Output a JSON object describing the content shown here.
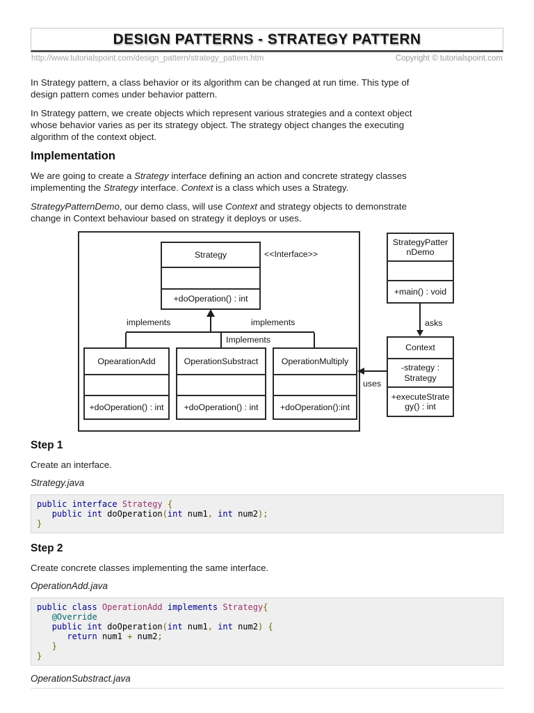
{
  "header": {
    "title": "DESIGN PATTERNS - STRATEGY PATTERN",
    "url": "http://www.tutorialspoint.com/design_pattern/strategy_pattern.htm",
    "copyright": "Copyright © tutorialspoint.com"
  },
  "intro": {
    "p1": "In Strategy pattern, a class behavior or its algorithm can be changed at run time. This type of\ndesign pattern comes under behavior pattern.",
    "p2": "In Strategy pattern, we create objects which represent various strategies and a context object\nwhose behavior varies as per its strategy object. The strategy object changes the executing\nalgorithm of the context object."
  },
  "implementation": {
    "heading": "Implementation",
    "p1": [
      {
        "t": "We are going to create a "
      },
      {
        "t": "Strategy",
        "i": 1
      },
      {
        "t": " interface defining an action and concrete strategy classes\nimplementing the "
      },
      {
        "t": "Strategy",
        "i": 1
      },
      {
        "t": " interface. "
      },
      {
        "t": "Context",
        "i": 1
      },
      {
        "t": " is a class which uses a Strategy."
      }
    ],
    "p2": [
      {
        "t": "StrategyPatternDemo",
        "i": 1
      },
      {
        "t": ", our demo class, will use "
      },
      {
        "t": "Context",
        "i": 1
      },
      {
        "t": " and strategy objects to demonstrate\nchange in Context behaviour based on strategy it deploys or uses."
      }
    ]
  },
  "diagram": {
    "interface_label": "<<Interface>>",
    "strategy": {
      "name": "Strategy",
      "method": "+doOperation() : int"
    },
    "demo": {
      "name": "StrategyPatter\nnDemo",
      "method": "+main() : void"
    },
    "context": {
      "name": "Context",
      "attr": "-strategy :\nStrategy",
      "method": "+executeStrate\ngy() : int"
    },
    "sub1": {
      "name": "OpearationAdd",
      "method": "+doOperation() : int"
    },
    "sub2": {
      "name": "OperationSubstract",
      "method": "+doOperation() : int"
    },
    "sub3": {
      "name": "OperationMultiply",
      "method": "+doOperation():int"
    },
    "labels": {
      "implements_left": "implements",
      "implements_right": "implements",
      "implements_mid": "Implements",
      "asks": "asks",
      "uses": "uses"
    }
  },
  "step1": {
    "heading": "Step 1",
    "text": "Create an interface.",
    "file": "Strategy.java",
    "code": [
      [
        {
          "t": "public interface ",
          "c": "kwd"
        },
        {
          "t": "Strategy ",
          "c": "typ"
        },
        {
          "t": "{",
          "c": "pun"
        }
      ],
      [
        {
          "t": "   "
        },
        {
          "t": "public int ",
          "c": "kwd"
        },
        {
          "t": "doOperation"
        },
        {
          "t": "(",
          "c": "pun"
        },
        {
          "t": "int",
          "c": "kwd"
        },
        {
          "t": " num1"
        },
        {
          "t": ",",
          "c": "pun"
        },
        {
          "t": " "
        },
        {
          "t": "int",
          "c": "kwd"
        },
        {
          "t": " num2"
        },
        {
          "t": ");",
          "c": "pun"
        }
      ],
      [
        {
          "t": "}",
          "c": "pun"
        }
      ]
    ]
  },
  "step2": {
    "heading": "Step 2",
    "text": "Create concrete classes implementing the same interface.",
    "file": "OperationAdd.java",
    "code": [
      [
        {
          "t": "public class ",
          "c": "kwd"
        },
        {
          "t": "OperationAdd",
          "c": "typ"
        },
        {
          "t": " "
        },
        {
          "t": "implements ",
          "c": "kwd"
        },
        {
          "t": "Strategy",
          "c": "typ"
        },
        {
          "t": "{",
          "c": "pun"
        }
      ],
      [
        {
          "t": "   "
        },
        {
          "t": "@Override",
          "c": "lit"
        }
      ],
      [
        {
          "t": "   "
        },
        {
          "t": "public int ",
          "c": "kwd"
        },
        {
          "t": "doOperation"
        },
        {
          "t": "(",
          "c": "pun"
        },
        {
          "t": "int",
          "c": "kwd"
        },
        {
          "t": " num1"
        },
        {
          "t": ",",
          "c": "pun"
        },
        {
          "t": " "
        },
        {
          "t": "int",
          "c": "kwd"
        },
        {
          "t": " num2"
        },
        {
          "t": ")",
          "c": "pun"
        },
        {
          "t": " "
        },
        {
          "t": "{",
          "c": "pun"
        }
      ],
      [
        {
          "t": "      "
        },
        {
          "t": "return",
          "c": "kwd"
        },
        {
          "t": " num1 "
        },
        {
          "t": "+",
          "c": "pun"
        },
        {
          "t": " num2"
        },
        {
          "t": ";",
          "c": "pun"
        }
      ],
      [
        {
          "t": "   "
        },
        {
          "t": "}",
          "c": "pun"
        }
      ],
      [
        {
          "t": "}",
          "c": "pun"
        }
      ]
    ]
  },
  "next_file": "OperationSubstract.java",
  "colors": {
    "keyword": "#00008b",
    "type": "#993366",
    "annotation": "#006666",
    "punctuation": "#6b6b00",
    "code_background": "#efefef",
    "title_rule": "#4e4e4e",
    "muted_text": "#a8a8a8"
  }
}
